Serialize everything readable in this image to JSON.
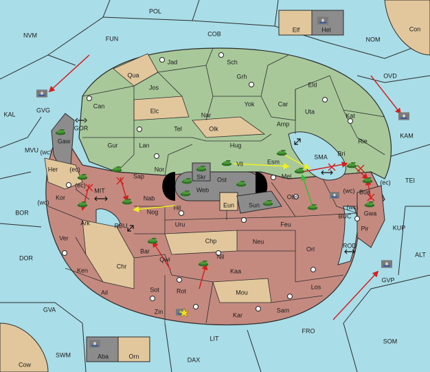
{
  "map_title": "",
  "colors": {
    "sea": "#a9dde8",
    "north_land": "#a8c89a",
    "south_land": "#c48a80",
    "neutral_land": "#e2c79c",
    "impassable": "#8c8c8c",
    "border": "#2b2b2b",
    "order_red": "#d42020",
    "order_yellow": "#f0f020",
    "order_green": "#30c030",
    "unit_army": "#3a8a2a"
  },
  "seas": {
    "pol": "POL",
    "nvm": "NVM",
    "fun": "FUN",
    "cob": "COB",
    "nom": "NOM",
    "ovd": "OVD",
    "kal": "KAL",
    "gvg": "GVG",
    "gor": "GOR",
    "mvu": "MVU",
    "bor": "BOR",
    "mit": "MIT",
    "dor": "DOR",
    "rbu": "RBU",
    "gva": "GVA",
    "swm": "SWM",
    "lit": "LIT",
    "dax": "DAX",
    "fro": "FRO",
    "som": "SOM",
    "alt": "ALT",
    "kup": "KUP",
    "tei": "TEI",
    "kam": "KAM",
    "gvp": "GVP",
    "buc": "BUC",
    "rod": "ROD",
    "sma": "SMA"
  },
  "corner_lands": {
    "con": "Con",
    "cow": "Cow"
  },
  "homes": {
    "elf": "Elf",
    "hel": "Hel",
    "aba": "Aba",
    "orn": "Orn"
  },
  "north": {
    "jad": "Jad",
    "sch": "Sch",
    "qua": "Qua",
    "jos": "Jos",
    "grh": "Grh",
    "can": "Can",
    "eld": "Eld",
    "yok": "Yok",
    "car": "Car",
    "elc": "Elc",
    "nar": "Nar",
    "tel": "Tel",
    "olk": "Olk",
    "amp": "Amp",
    "uta": "Uta",
    "kat": "Kat",
    "gur": "Gur",
    "lan": "Lan",
    "hug": "Hug",
    "rie": "Rie",
    "bri": "Bri",
    "nor": "Nor",
    "vil": "Vil",
    "esm": "Esm",
    "sap": "Sap",
    "gaw": "Gaw",
    "skr": "Skr"
  },
  "center": {
    "web": "Web",
    "ost": "Ost",
    "eun": "Eun",
    "sun": "Sun"
  },
  "south": {
    "her": "Her",
    "kor": "Kor",
    "ark": "Ark",
    "ver": "Ver",
    "ken": "Ken",
    "chr": "Chr",
    "ail": "Ail",
    "nab": "Nab",
    "nog": "Nog",
    "hil": "Hil",
    "mel": "Mel",
    "obs": "Obs",
    "uru": "Uru",
    "feu": "Feu",
    "bar": "Bar",
    "qwi": "Qwi",
    "chp": "Chp",
    "neu": "Neu",
    "orl": "Orl",
    "nil": "Nil",
    "kaa": "Kaa",
    "sot": "Sot",
    "rot": "Rot",
    "mou": "Mou",
    "los": "Los",
    "zin": "Zin",
    "kar": "Kar",
    "sam": "Sam",
    "pir": "Pir",
    "bue": "Bue",
    "gwa": "Gwa"
  },
  "coast_marks": {
    "wc1": "(wc)",
    "ec1": "(ec)",
    "ec2": "(ec)",
    "wc2": "(wc)",
    "wc3": "(wc)",
    "ec3": "(ec)",
    "wc4": "(wc)"
  },
  "icons": [
    "army-unit-icon",
    "fleet-unit-icon",
    "supply-center-icon",
    "canal-arrow-icon",
    "star-marker-icon"
  ]
}
